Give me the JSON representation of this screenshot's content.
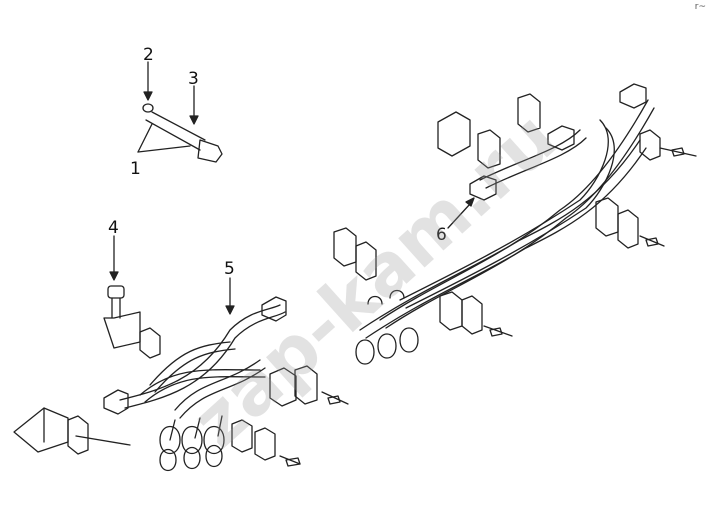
{
  "diagram": {
    "callouts": [
      {
        "id": "1",
        "label": "1"
      },
      {
        "id": "2",
        "label": "2"
      },
      {
        "id": "3",
        "label": "3"
      },
      {
        "id": "4",
        "label": "4"
      },
      {
        "id": "5",
        "label": "5"
      },
      {
        "id": "6",
        "label": "6"
      }
    ],
    "corner_mark": "r~",
    "watermark": "zap-kam.ru"
  }
}
